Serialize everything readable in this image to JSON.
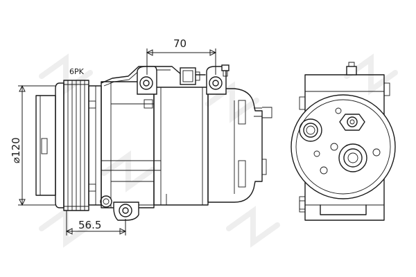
{
  "labels": {
    "belt": "6PK"
  },
  "dimensions": {
    "top_width": "70",
    "pulley_offset": "56.5",
    "pulley_diameter": "⌀120"
  },
  "colors": {
    "line": "#1a1a1a",
    "watermark": "#eeeeee",
    "background": "#ffffff"
  }
}
